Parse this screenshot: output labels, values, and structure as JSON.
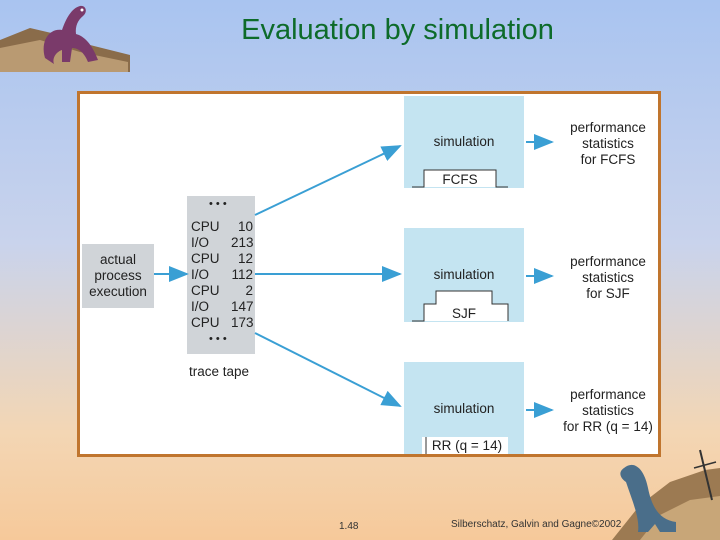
{
  "title": "Evaluation by simulation",
  "left_box": {
    "line1": "actual",
    "line2": "process",
    "line3": "execution"
  },
  "trace_tape": {
    "dots_top": "• • •",
    "rows": [
      {
        "op": "CPU",
        "val": "10"
      },
      {
        "op": "I/O",
        "val": "213"
      },
      {
        "op": "CPU",
        "val": "12"
      },
      {
        "op": "I/O",
        "val": "112"
      },
      {
        "op": "CPU",
        "val": "2"
      },
      {
        "op": "I/O",
        "val": "147"
      },
      {
        "op": "CPU",
        "val": "173"
      }
    ],
    "dots_bottom": "• • •",
    "label": "trace tape"
  },
  "simulations": [
    {
      "label": "simulation",
      "algo": "FCFS",
      "perf": [
        "performance",
        "statistics",
        "for FCFS"
      ]
    },
    {
      "label": "simulation",
      "algo": "SJF",
      "perf": [
        "performance",
        "statistics",
        "for SJF"
      ]
    },
    {
      "label": "simulation",
      "algo": "RR (q = 14)",
      "perf": [
        "performance",
        "statistics",
        "for RR (q = 14)"
      ]
    }
  ],
  "footer": {
    "page": "1.48",
    "credit": "Silberschatz, Galvin and  Gagne©2002"
  },
  "colors": {
    "title": "#0d6b2a",
    "frame_border": "#c0752e",
    "sim_box": "#c4e4f1",
    "tape": "#d0d4d8",
    "arrow": "#3a9fd4"
  }
}
